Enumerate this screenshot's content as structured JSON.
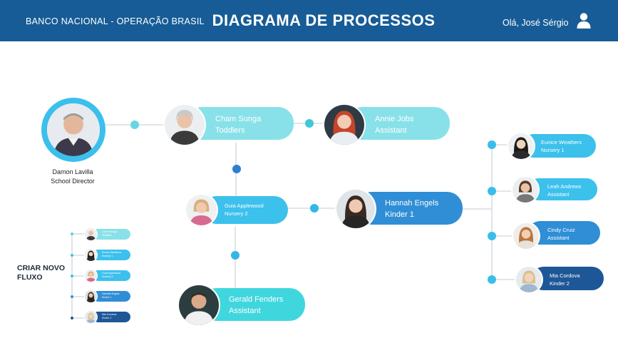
{
  "header": {
    "org": "BANCO NACIONAL - OPERAÇÃO BRASIL",
    "title": "DIAGRAMA DE PROCESSOS",
    "greeting": "Olá, José Sérgio",
    "user_icon": "user-icon"
  },
  "colors": {
    "header_bg": "#175c96",
    "light_cyan": "#88e1e8",
    "sky": "#3cc0ec",
    "medium_blue": "#2f8ed6",
    "navy": "#1d5797",
    "turquoise": "#3fd7dd",
    "connector": "#cfd6dc"
  },
  "root": {
    "name": "Damon Lavilla",
    "role": "School Director"
  },
  "nodes": {
    "cham": {
      "name": "Cham Sunga",
      "role": "Toddlers"
    },
    "annie": {
      "name": "Annie Jobs",
      "role": "Assistant"
    },
    "guia": {
      "name": "Guia Applewood",
      "role": "Nursery 2"
    },
    "hannah": {
      "name": "Hannah Engels",
      "role": "Kinder 1"
    },
    "gerald": {
      "name": "Gerald Fenders",
      "role": "Assistant"
    }
  },
  "right_list": [
    {
      "name": "Eunice Weathers",
      "role": "Nursery 1"
    },
    {
      "name": "Leah Andrews",
      "role": "Assistant"
    },
    {
      "name": "Cindy Cruiz",
      "role": "Assistant"
    },
    {
      "name": "Mia Cordova",
      "role": "Kinder 2"
    }
  ],
  "criar": {
    "line1": "CRIAR NOVO",
    "line2": "FLUXO"
  },
  "mini_list": [
    {
      "name": "Cham Sunga",
      "role": "Toddlers"
    },
    {
      "name": "Eunice Weathers",
      "role": "Nursery 1"
    },
    {
      "name": "Guia Applewood",
      "role": "Nursery 2"
    },
    {
      "name": "Hannah Engels",
      "role": "Kinder 1"
    },
    {
      "name": "Mia Cordova",
      "role": "Kinder 2"
    }
  ]
}
